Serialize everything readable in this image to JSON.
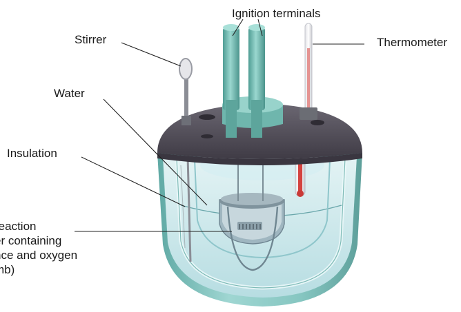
{
  "labels": {
    "ignition_terminals": "Ignition terminals",
    "stirrer": "Stirrer",
    "thermometer": "Thermometer",
    "water": "Water",
    "insulation": "Insulation",
    "bomb_lines": [
      "reaction",
      "er containing",
      "nce and oxygen",
      "mb)"
    ]
  },
  "colors": {
    "outer_wall": "#8ccac6",
    "inner_liquid": "#c6e8ec",
    "lid": "#4a4651",
    "terminals": "#6fb6ad",
    "thermometer_fluid": "#d4423f",
    "leader_lines": "#222222"
  }
}
